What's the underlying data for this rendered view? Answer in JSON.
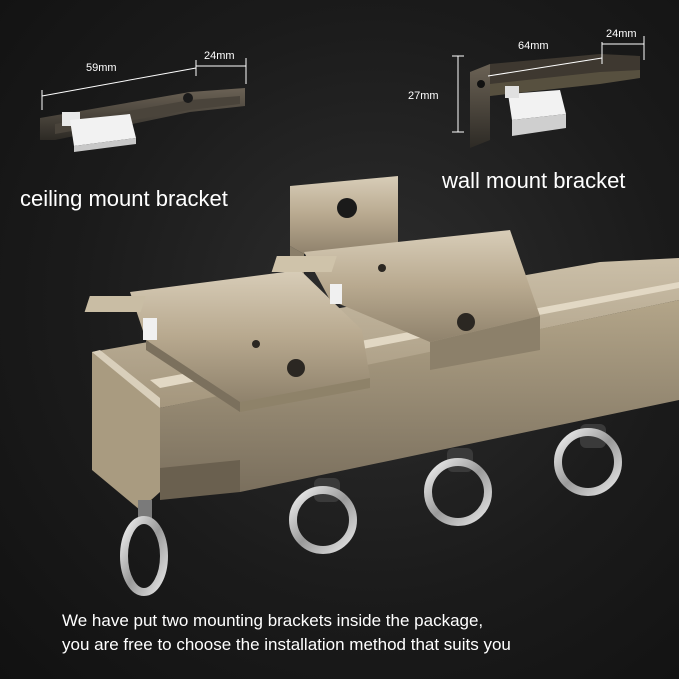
{
  "ceiling": {
    "title": "ceiling mount  bracket",
    "dim_length": "59mm",
    "dim_width": "24mm"
  },
  "wall": {
    "title": "wall mount bracket",
    "dim_length": "64mm",
    "dim_width": "24mm",
    "dim_height": "27mm"
  },
  "caption": {
    "line1": "We have put two mounting brackets inside the package,",
    "line2": "you are free to choose the installation method that suits you"
  }
}
